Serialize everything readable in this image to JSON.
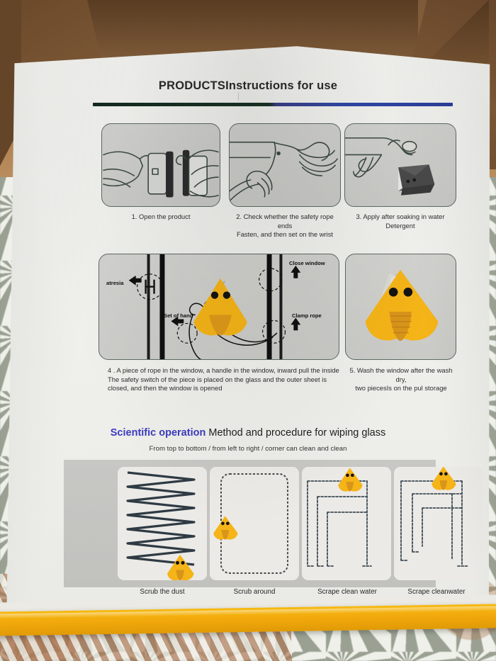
{
  "document": {
    "title": "PRODUCTSInstructions for use",
    "divider_color_left": "#1a3324",
    "divider_color_right": "#2f49a8"
  },
  "steps_row1": [
    {
      "id": "step-1",
      "caption": "1. Open the product",
      "illustration": "hands-opening-product-icon"
    },
    {
      "id": "step-2",
      "caption": "2. Check whether the safety rope ends\nFasten, and then set on the wrist",
      "illustration": "hand-wrist-rope-icon"
    },
    {
      "id": "step-3",
      "caption": "3. Apply after soaking in water\nDetergent",
      "illustration": "hand-soaking-wiper-icon"
    }
  ],
  "steps_row2": [
    {
      "id": "step-4",
      "caption": "4 . A piece of rope in the window, a handle in the window, inward pull the inside\nThe safety switch of the piece is placed on the glass and the outer sheet is\nclosed, and then the window is opened",
      "illustration": "window-rope-handle-diagram",
      "labels": [
        {
          "name": "atresia",
          "text": "atresia"
        },
        {
          "name": "set-of-hand",
          "text": "Set of hand"
        },
        {
          "name": "close-window",
          "text": "Close window"
        },
        {
          "name": "clamp-rope",
          "text": "Clamp rope"
        }
      ]
    },
    {
      "id": "step-5",
      "caption": "5. Wash the window after the wash dry,\ntwo piecesIs on the pul storage",
      "illustration": "yellow-duck-cleaner-icon"
    }
  ],
  "scientific": {
    "accent_label": "Scientific operation",
    "accent_color": "#3a3bbf",
    "rest_label": "Method and procedure for wiping glass",
    "subtitle": "From top to bottom / from left to right / corner can clean and clean",
    "operations": [
      {
        "id": "op-1",
        "caption": "Scrub the dust",
        "pattern": "zigzag-vertical-icon"
      },
      {
        "id": "op-2",
        "caption": "Scrub around",
        "pattern": "perimeter-rectangle-icon"
      },
      {
        "id": "op-3",
        "caption": "Scrape clean water",
        "pattern": "nested-u-paths-icon"
      },
      {
        "id": "op-4",
        "caption": "Scrape cleanwater",
        "pattern": "nested-u-paths-offset-icon"
      }
    ]
  },
  "product": {
    "device_name": "yellow-duck-window-cleaner",
    "device_color": "#f5b417",
    "eye_color": "#131313"
  },
  "scene": {
    "box_material": "cardboard-box",
    "box_color": "#8b6640",
    "bottom_edge_color": "#f2a90c",
    "floor": "patterned-tile-floor"
  }
}
